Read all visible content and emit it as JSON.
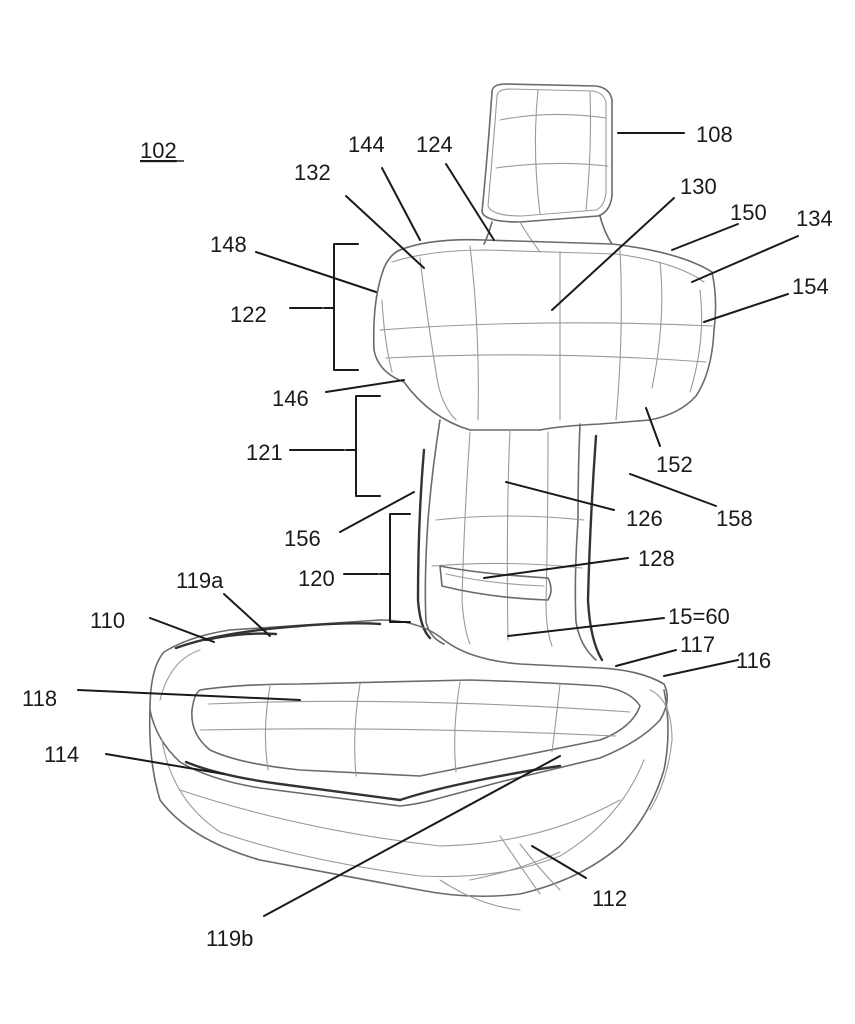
{
  "figure": {
    "ref_main": "102",
    "labels": {
      "l108": "108",
      "l144": "144",
      "l124": "124",
      "l132": "132",
      "l130": "130",
      "l150": "150",
      "l134": "134",
      "l148": "148",
      "l154": "154",
      "l122": "122",
      "l146": "146",
      "l121": "121",
      "l152": "152",
      "l156": "156",
      "l126": "126",
      "l158": "158",
      "l128": "128",
      "l119a": "119a",
      "l120": "120",
      "l110": "110",
      "l15_60": "15=60",
      "l117": "117",
      "l116": "116",
      "l118": "118",
      "l114": "114",
      "l112": "112",
      "l119b": "119b"
    }
  }
}
